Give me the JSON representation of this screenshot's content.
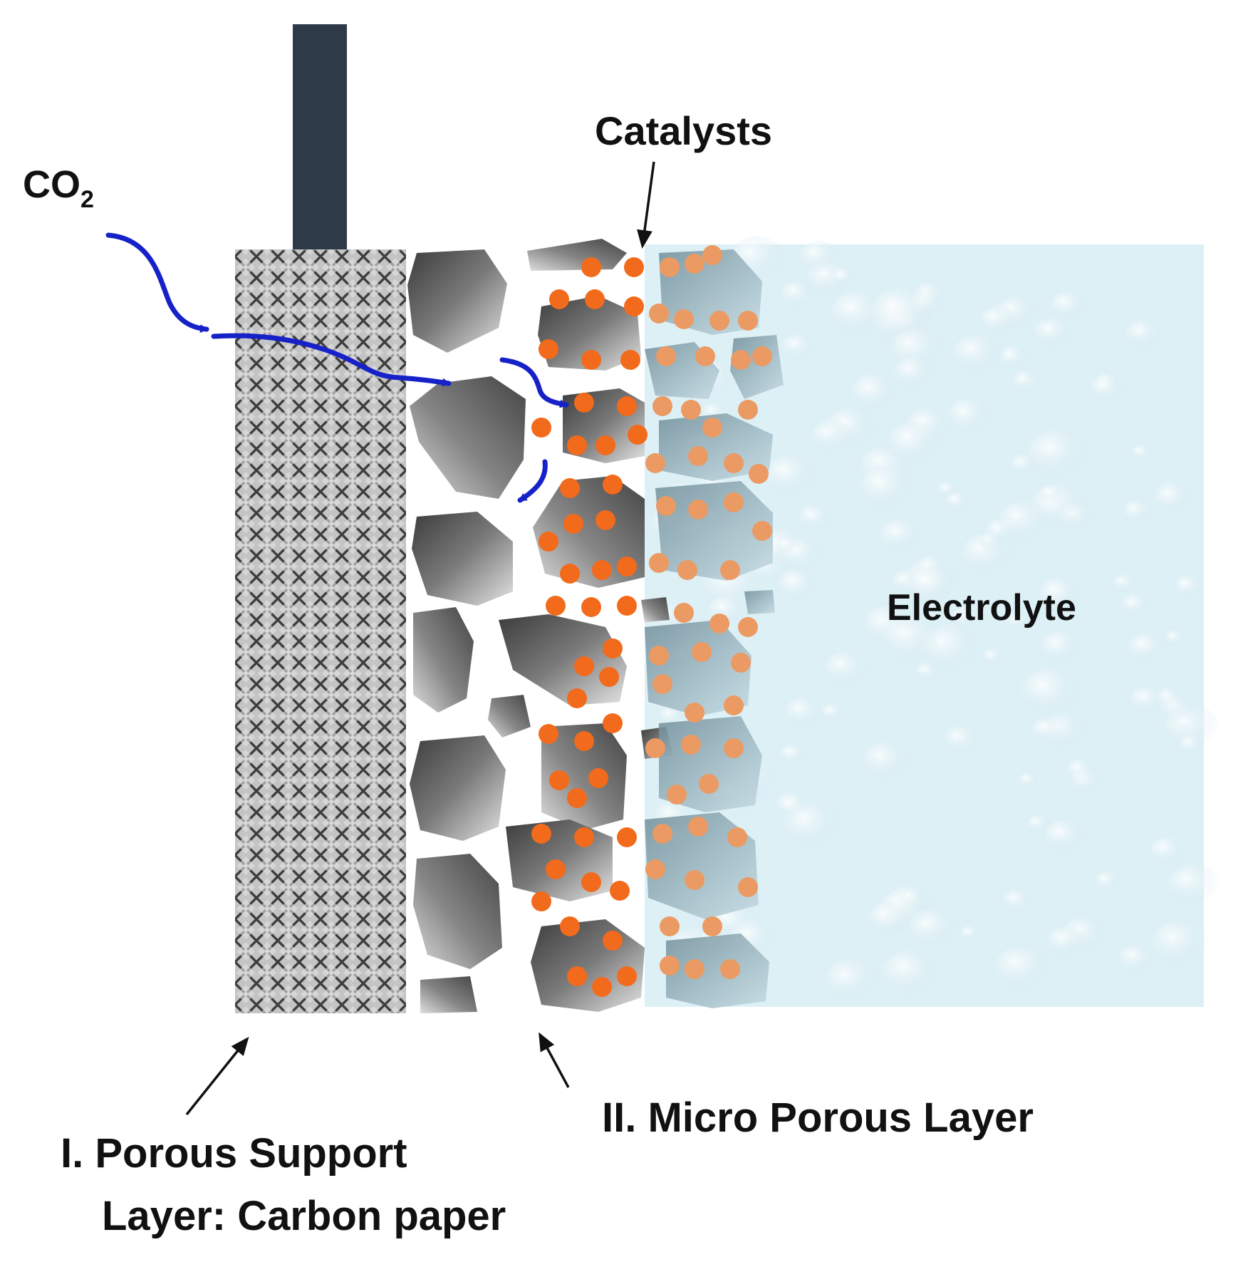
{
  "labels": {
    "co2_main": "CO",
    "co2_sub": "2",
    "catalysts": "Catalysts",
    "electrolyte": "Electrolyte",
    "micro_porous_layer": "II. Micro Porous Layer",
    "porous_support_line1": "I. Porous Support",
    "porous_support_line2": "Layer: Carbon paper"
  },
  "colors": {
    "electrode_tab": "#2f3a48",
    "co2_arrow": "#1622c8",
    "catalyst_dot": "#f26a1b",
    "catalyst_dot_in_electrolyte": "#eb9a63",
    "electrolyte": "#dcf0f6",
    "carbon_paper": "#b8b8b8",
    "particle": "#7a7a7a"
  }
}
